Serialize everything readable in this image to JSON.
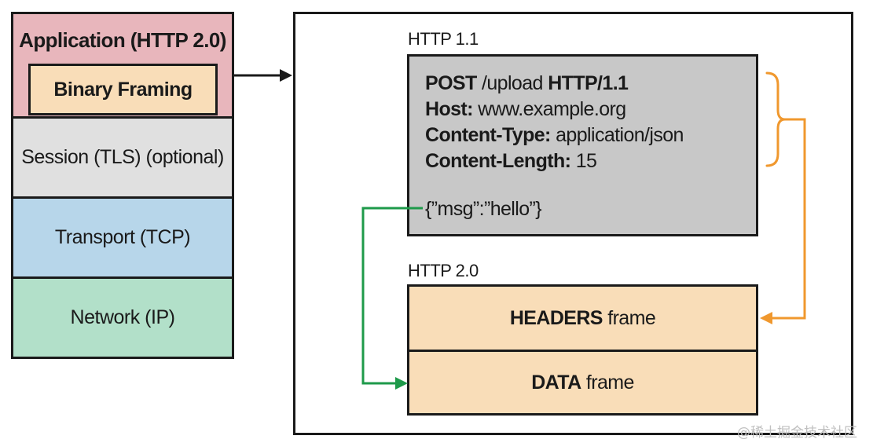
{
  "stack": {
    "application": {
      "label": "Application (HTTP 2.0)",
      "color": "#e8b6bc"
    },
    "binary_framing": {
      "label": "Binary Framing",
      "color": "#f9ddb8"
    },
    "session": {
      "label": "Session (TLS) (optional)",
      "color": "#e0e0e0"
    },
    "transport": {
      "label": "Transport (TCP)",
      "color": "#b7d6ea"
    },
    "network": {
      "label": "Network (IP)",
      "color": "#b2e0c9"
    }
  },
  "http11": {
    "label": "HTTP 1.1",
    "request": {
      "line1": {
        "method": "POST",
        "path": " /upload ",
        "protocol": "HTTP/1.1"
      },
      "line2": {
        "key": "Host:",
        "value": " www.example.org"
      },
      "line3": {
        "key": "Content-Type:",
        "value": " application/json"
      },
      "line4": {
        "key": "Content-Length:",
        "value": " 15"
      },
      "body": "{”msg”:”hello”}"
    }
  },
  "http20": {
    "label": "HTTP 2.0",
    "headers_frame": {
      "bold": "HEADERS",
      "rest": " frame"
    },
    "data_frame": {
      "bold": "DATA",
      "rest": " frame"
    }
  },
  "connectors": {
    "headers_color": "#f0982e",
    "body_color": "#1e9a4a",
    "arrow_color": "#1a1a1a"
  },
  "watermark": "@稀土掘金技术社区"
}
